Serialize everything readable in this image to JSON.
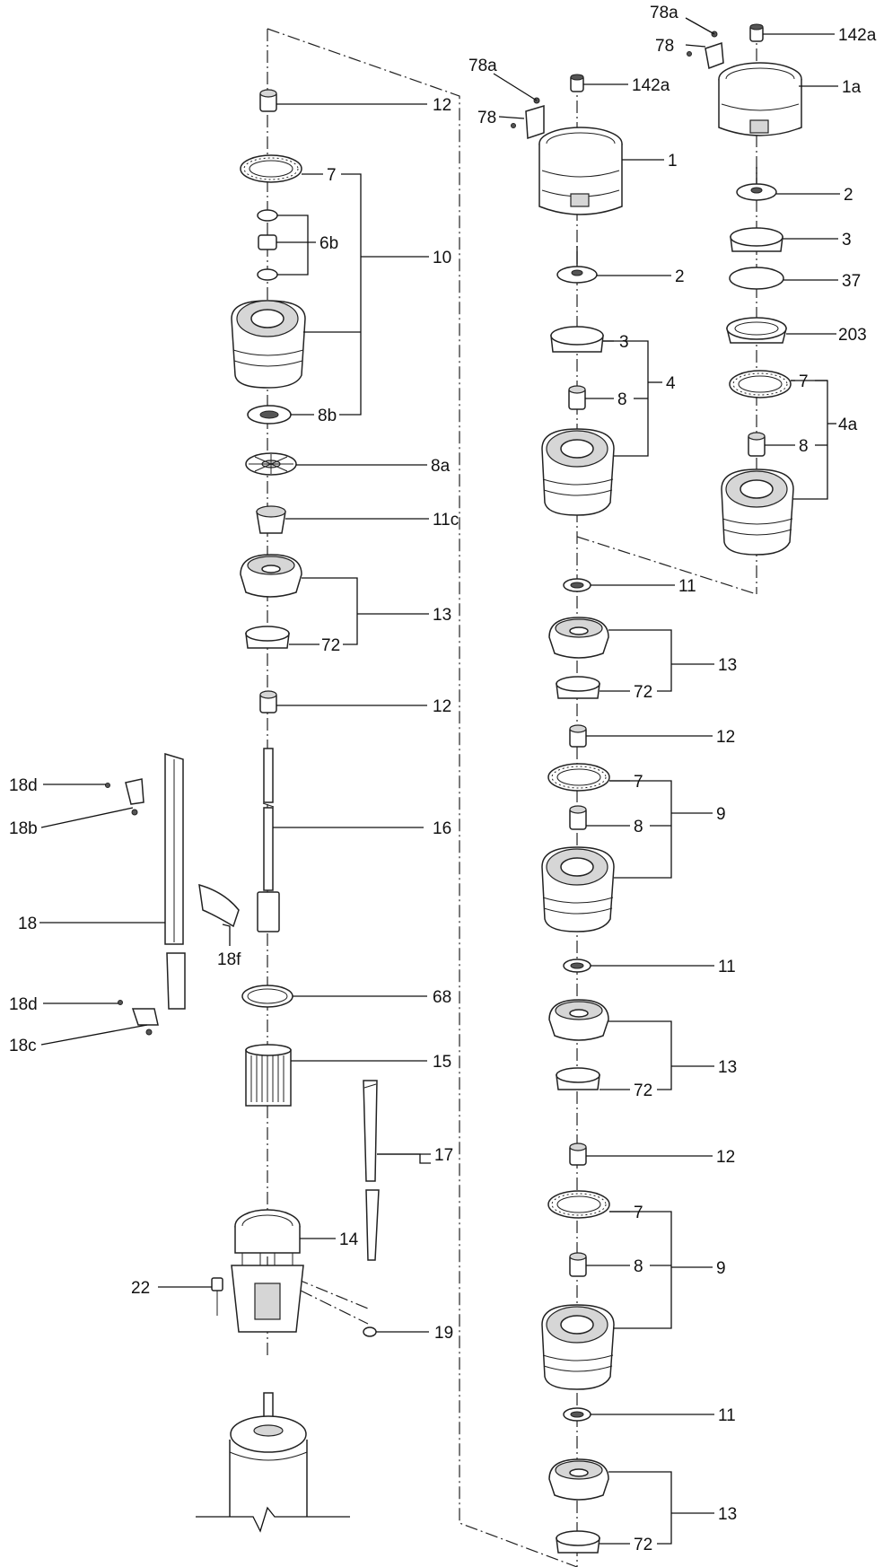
{
  "labels": [
    {
      "id": "l-12-top",
      "text": "12"
    },
    {
      "id": "l-7-left",
      "text": "7"
    },
    {
      "id": "l-6b",
      "text": "6b"
    },
    {
      "id": "l-10",
      "text": "10"
    },
    {
      "id": "l-8b",
      "text": "8b"
    },
    {
      "id": "l-8a",
      "text": "8a"
    },
    {
      "id": "l-11c",
      "text": "11c"
    },
    {
      "id": "l-13-left",
      "text": "13"
    },
    {
      "id": "l-72-left",
      "text": "72"
    },
    {
      "id": "l-12-mid",
      "text": "12"
    },
    {
      "id": "l-16",
      "text": "16"
    },
    {
      "id": "l-68",
      "text": "68"
    },
    {
      "id": "l-15",
      "text": "15"
    },
    {
      "id": "l-17",
      "text": "17"
    },
    {
      "id": "l-14",
      "text": "14"
    },
    {
      "id": "l-22",
      "text": "22"
    },
    {
      "id": "l-19",
      "text": "19"
    },
    {
      "id": "l-18d-top",
      "text": "18d"
    },
    {
      "id": "l-18b",
      "text": "18b"
    },
    {
      "id": "l-18",
      "text": "18"
    },
    {
      "id": "l-18f",
      "text": "18f"
    },
    {
      "id": "l-18d-bot",
      "text": "18d"
    },
    {
      "id": "l-18c",
      "text": "18c"
    },
    {
      "id": "l-78a-mid",
      "text": "78a"
    },
    {
      "id": "l-78-mid",
      "text": "78"
    },
    {
      "id": "l-142a-mid",
      "text": "142a"
    },
    {
      "id": "l-1",
      "text": "1"
    },
    {
      "id": "l-2-mid",
      "text": "2"
    },
    {
      "id": "l-3-mid",
      "text": "3"
    },
    {
      "id": "l-4",
      "text": "4"
    },
    {
      "id": "l-8-mid",
      "text": "8"
    },
    {
      "id": "l-78a-right",
      "text": "78a"
    },
    {
      "id": "l-78-right",
      "text": "78"
    },
    {
      "id": "l-142a-right",
      "text": "142a"
    },
    {
      "id": "l-1a",
      "text": "1a"
    },
    {
      "id": "l-2-right",
      "text": "2"
    },
    {
      "id": "l-3-right",
      "text": "3"
    },
    {
      "id": "l-37",
      "text": "37"
    },
    {
      "id": "l-203",
      "text": "203"
    },
    {
      "id": "l-7-right",
      "text": "7"
    },
    {
      "id": "l-4a",
      "text": "4a"
    },
    {
      "id": "l-8-right",
      "text": "8"
    },
    {
      "id": "l-11-a",
      "text": "11"
    },
    {
      "id": "l-13-a",
      "text": "13"
    },
    {
      "id": "l-72-a",
      "text": "72"
    },
    {
      "id": "l-12-a",
      "text": "12"
    },
    {
      "id": "l-7-a",
      "text": "7"
    },
    {
      "id": "l-8-a",
      "text": "8"
    },
    {
      "id": "l-9-a",
      "text": "9"
    },
    {
      "id": "l-11-b",
      "text": "11"
    },
    {
      "id": "l-13-b",
      "text": "13"
    },
    {
      "id": "l-72-b",
      "text": "72"
    },
    {
      "id": "l-12-b",
      "text": "12"
    },
    {
      "id": "l-7-b",
      "text": "7"
    },
    {
      "id": "l-8-b",
      "text": "8"
    },
    {
      "id": "l-9-b",
      "text": "9"
    },
    {
      "id": "l-11-c",
      "text": "11"
    },
    {
      "id": "l-13-c",
      "text": "13"
    },
    {
      "id": "l-72-c",
      "text": "72"
    }
  ]
}
